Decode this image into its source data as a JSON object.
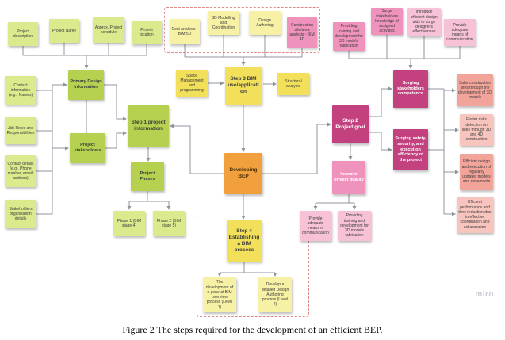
{
  "figure": {
    "caption": "Figure 2 The steps required for the development of an efficient BEP.",
    "watermark": "miro"
  },
  "colors": {
    "green_light": "#dcea8e",
    "green": "#b5d14f",
    "yellow": "#f2e05a",
    "yellow_pale": "#f7f1a6",
    "orange": "#f2a03d",
    "magenta": "#c2417e",
    "pink": "#ef93bd",
    "pink_light": "#f7c2d8",
    "salmon": "#f2a49b",
    "salmon_light": "#f8c5be",
    "connector": "#8f959d",
    "frame_border": "#e08989"
  },
  "notes": {
    "project_description": "Project description",
    "project_name": "Project Name",
    "approx_schedule": "Approx. Project schedule",
    "project_location": "Project location",
    "contact_information": "Contact information (e.g., Names)",
    "job_roles": "Job Roles and Responsibilities",
    "contact_details": "Contact details (e.g., Phone number, email, address)",
    "stakeholders_org": "Stakeholders organisation details",
    "primary_design_info": "Primary Design Information",
    "project_stakeholders": "Project stakeholders",
    "step1": "Step 1 project information",
    "project_phases": "Project Phases",
    "phase1": "Phase 1 (BIM stage 4)",
    "phase2": "Phase 2 (BIM stage 5)",
    "developing_bep": "Developing BEP",
    "cost_analysis": "Cost Analysis - BIM 5D",
    "modelling_coordination": "3D Modelling and Coordination",
    "design_authoring": "Design Authoring",
    "construction_site": "Construction site/area analysis - BIM 4D",
    "space_management": "Space Management and programming",
    "step3": "Step 3 BIM use/application",
    "structural_analysis": "Structural analysis",
    "step2": "Step 2 Project goal",
    "surging_competence": "Surging stakeholders competence",
    "surging_safety": "Surging safety, security, and execution efficiency of the project",
    "improve_quality": "Improve project quality",
    "training_dev_top": "Providing training and development for 3D models fabrication",
    "surge_knowledge": "Surge stakeholders knowledge of assigned activities",
    "efficient_design_aids": "Introduce efficient design aids to surge designers effectiveness",
    "adequate_comm_top": "Provide adequate means of communication",
    "safer_sites": "Safer construction sites through the development of 3D models",
    "faster_risks": "Faster risks detection on sites through 3D and 4D construction",
    "efficient_models": "Efficient design and execution of regularly updated models and documents",
    "efficient_performance": "Efficient performance and time reduction due to effective coordination and collaboration",
    "adequate_comm_bottom": "Provide adequate means of communication",
    "training_dev_bottom": "Providing training and development for 3D models fabrication",
    "step4": "Step 4 Establishing a BIM process",
    "general_overview": "The development of a general BIM overview process (Level 1)",
    "detailed_authoring": "Develop a detailed Design Authoring process (Level 2)"
  }
}
